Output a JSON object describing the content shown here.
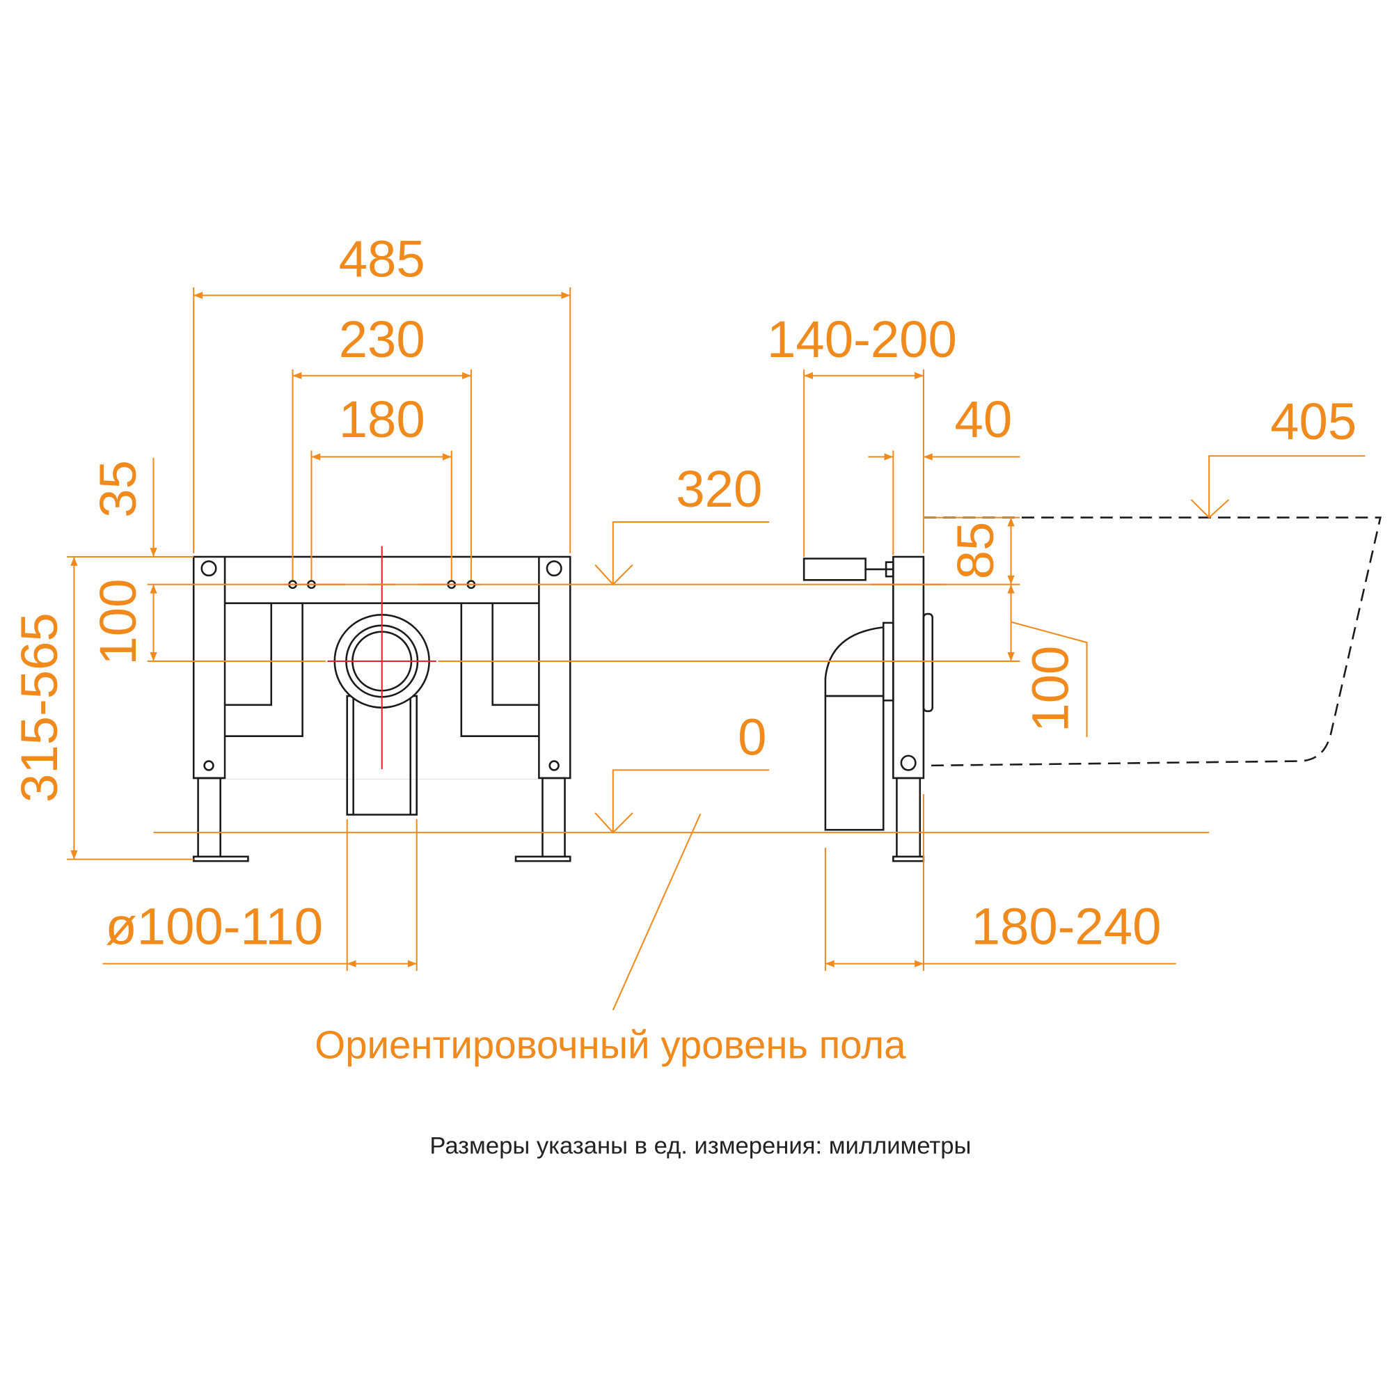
{
  "colors": {
    "dimension": "#f08a1c",
    "axis": "#e8202a",
    "outline": "#1a1a1a"
  },
  "dimensions": {
    "frame_width": "485",
    "outer_mount": "230",
    "inner_mount": "180",
    "top_offset": "35",
    "axis_spacing_front": "100",
    "height_range": "315-565",
    "bowl_height": "320",
    "floor_zero": "0",
    "pipe_diameter": "ø100-110",
    "flush_depth": "140-200",
    "frame_depth": "40",
    "bowl_length": "405",
    "side_offset": "85",
    "axis_spacing_side": "100",
    "outlet_depth": "180-240"
  },
  "floor_label": "Ориентировочный уровень пола",
  "units_note": "Размеры указаны в ед. измерения: миллиметры"
}
